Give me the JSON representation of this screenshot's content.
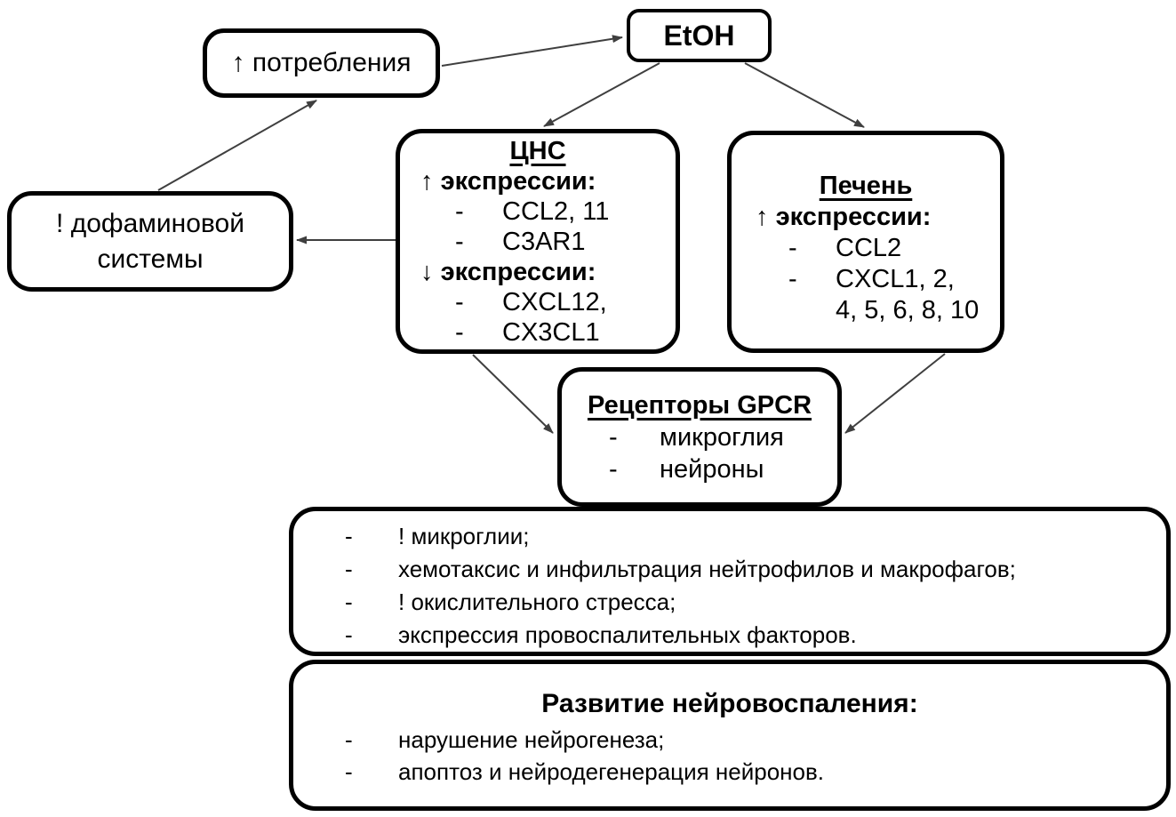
{
  "diagram": {
    "bullet": "-",
    "etoh": {
      "label": "EtOH"
    },
    "consumption": {
      "label": "↑ потребления"
    },
    "dopamine": {
      "lines": [
        "! дофаминовой",
        "системы"
      ]
    },
    "cns": {
      "title": "ЦНС",
      "up": {
        "arrow": "↑",
        "label": "экспрессии:",
        "items": [
          "CCL2, 11",
          "C3AR1"
        ]
      },
      "down": {
        "arrow": "↓",
        "label": "экспрессии:",
        "items": [
          "CXCL12,",
          "CX3CL1"
        ]
      }
    },
    "liver": {
      "title": "Печень",
      "up": {
        "arrow": "↑",
        "label": "экспрессии:"
      },
      "items": [
        "CCL2",
        "CXCL1, 2,"
      ],
      "continuation": "4, 5, 6, 8, 10"
    },
    "gpcr": {
      "title": "Рецепторы GPCR",
      "items": [
        "микроглия",
        "нейроны"
      ]
    },
    "effects": {
      "items": [
        "! микроглии;",
        "хемотаксис и инфильтрация нейтрофилов и макрофагов;",
        "! окислительного стресса;",
        "экспрессия провоспалительных факторов."
      ]
    },
    "neuroinflammation": {
      "title": "Развитие нейровоспаления:",
      "items": [
        "нарушение нейрогенеза;",
        "апоптоз и нейродегенерация нейронов."
      ]
    },
    "colors": {
      "border": "#000000",
      "arrow": "#3f3f3f",
      "background": "#ffffff",
      "text": "#000000"
    }
  }
}
